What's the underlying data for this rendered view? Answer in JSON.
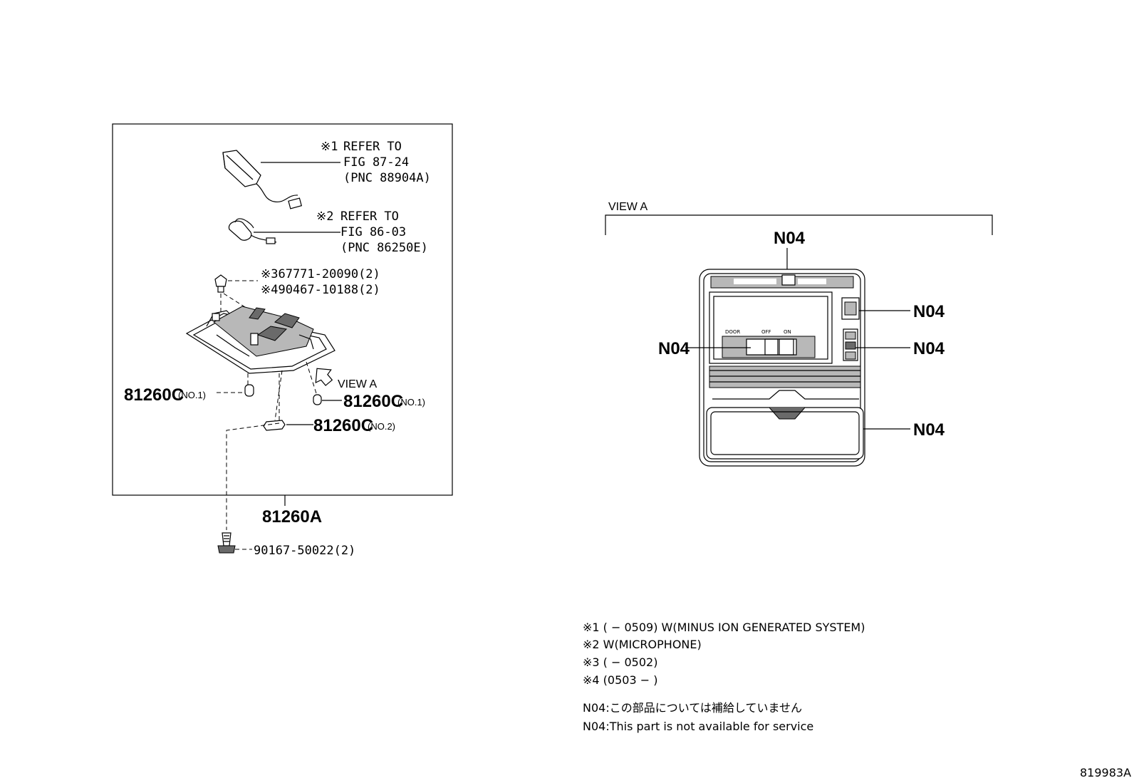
{
  "main_diagram": {
    "callout_1": {
      "marker": "※1",
      "lines": [
        "REFER TO",
        "FIG 87-24",
        "(PNC 88904A)"
      ]
    },
    "callout_2": {
      "marker": "※2",
      "lines": [
        "REFER TO",
        "FIG 86-03",
        "(PNC 86250E)"
      ]
    },
    "fastener_3": "※367771-20090(2)",
    "fastener_4": "※490467-10188(2)",
    "view_pointer": "VIEW A",
    "bulb_left": {
      "part": "81260C",
      "suffix": "(NO.1)"
    },
    "bulb_right": {
      "part": "81260C",
      "suffix": "(NO.1)"
    },
    "bulb_festoon": {
      "part": "81260C",
      "suffix": "(NO.2)"
    },
    "assembly": "81260A",
    "screw": "90167-50022(2)"
  },
  "view_a": {
    "title": "VIEW A",
    "labels": [
      "N04",
      "N04",
      "N04",
      "N04",
      "N04"
    ],
    "switch_positions": [
      "DOOR",
      "OFF",
      "ON"
    ]
  },
  "notes": [
    "※1 (      − 0509) W(MINUS ION GENERATED SYSTEM)",
    "※2 W(MICROPHONE)",
    "※3 (      − 0502)",
    "※4 (0503 −      )"
  ],
  "legend": [
    "N04:この部品については補給していません",
    "N04:This part is not available for service"
  ],
  "figure_id": "819983A"
}
